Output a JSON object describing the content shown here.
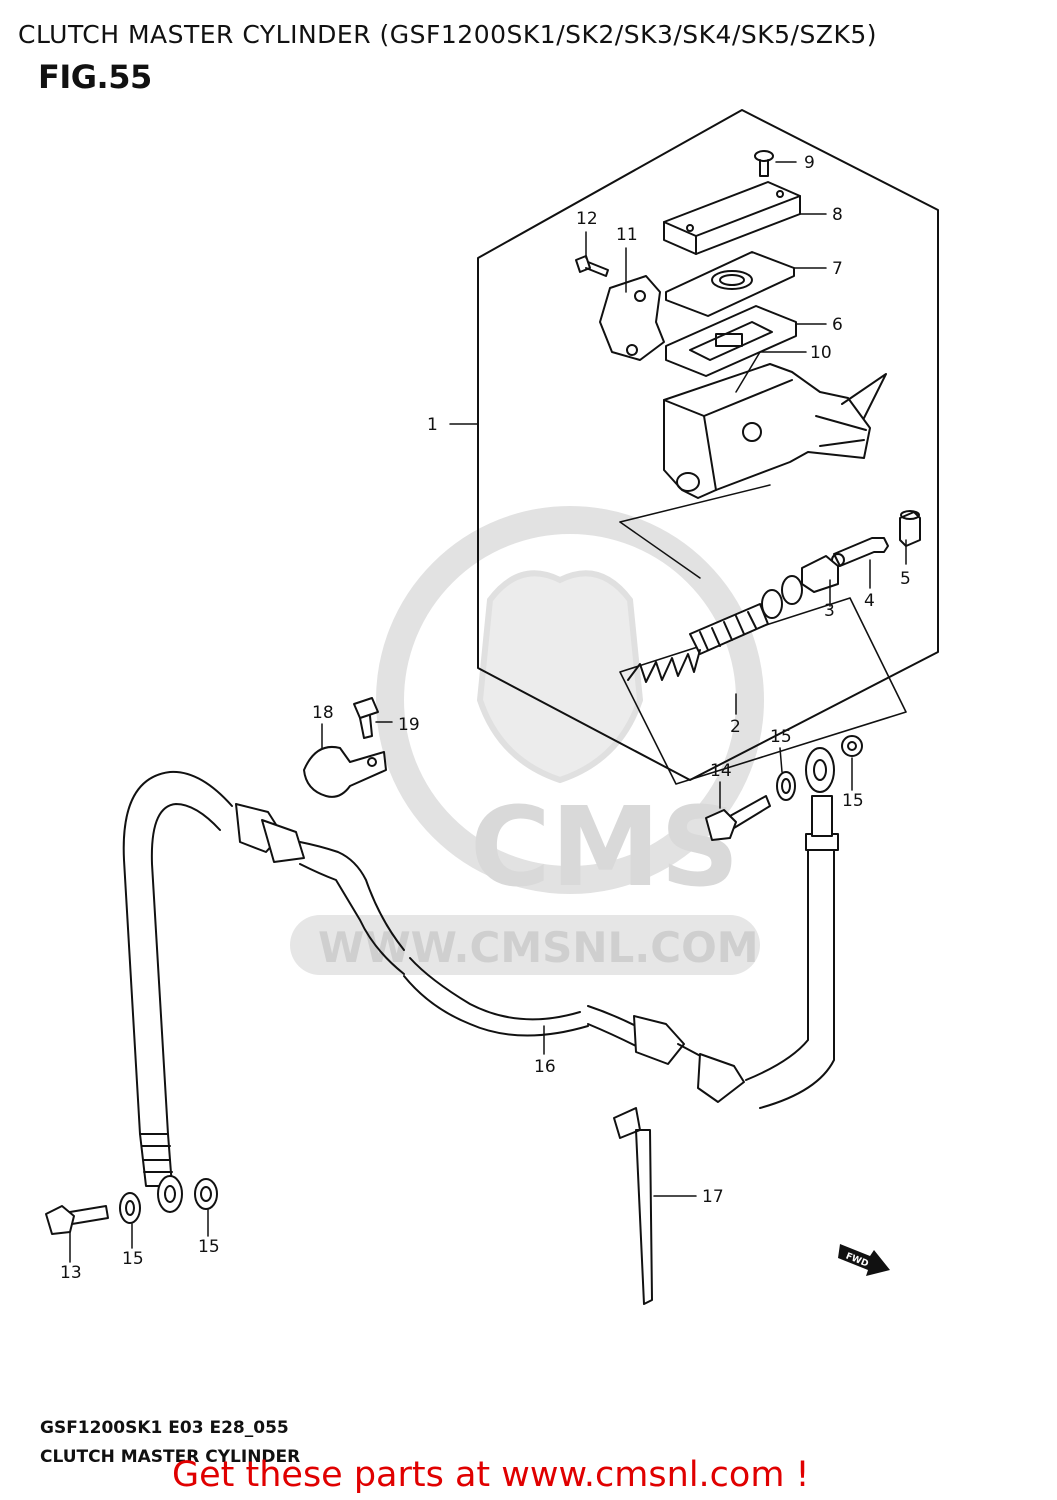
{
  "header": {
    "title": "CLUTCH MASTER CYLINDER (GSF1200SK1/SK2/SK3/SK4/SK5/SZK5)",
    "figure": "FIG.55"
  },
  "footer": {
    "diagram_code": "GSF1200SK1 E03 E28_055",
    "subtitle": "CLUTCH MASTER CYLINDER",
    "cta": "Get these parts at www.cmsnl.com !"
  },
  "watermark": {
    "brand": "CMS",
    "url": "WWW.CMSNL.COM"
  },
  "badge": {
    "fwd": "FWD"
  },
  "callouts": {
    "c1": "1",
    "c2": "2",
    "c3": "3",
    "c4": "4",
    "c5": "5",
    "c6": "6",
    "c7": "7",
    "c8": "8",
    "c9": "9",
    "c10": "10",
    "c11": "11",
    "c12": "12",
    "c13": "13",
    "c14": "14",
    "c15a": "15",
    "c15b": "15",
    "c15c": "15",
    "c15d": "15",
    "c16": "16",
    "c17": "17",
    "c18": "18",
    "c19": "19"
  },
  "colors": {
    "line": "#111111",
    "watermark": "#d9d9d9",
    "cta": "#e00000"
  }
}
